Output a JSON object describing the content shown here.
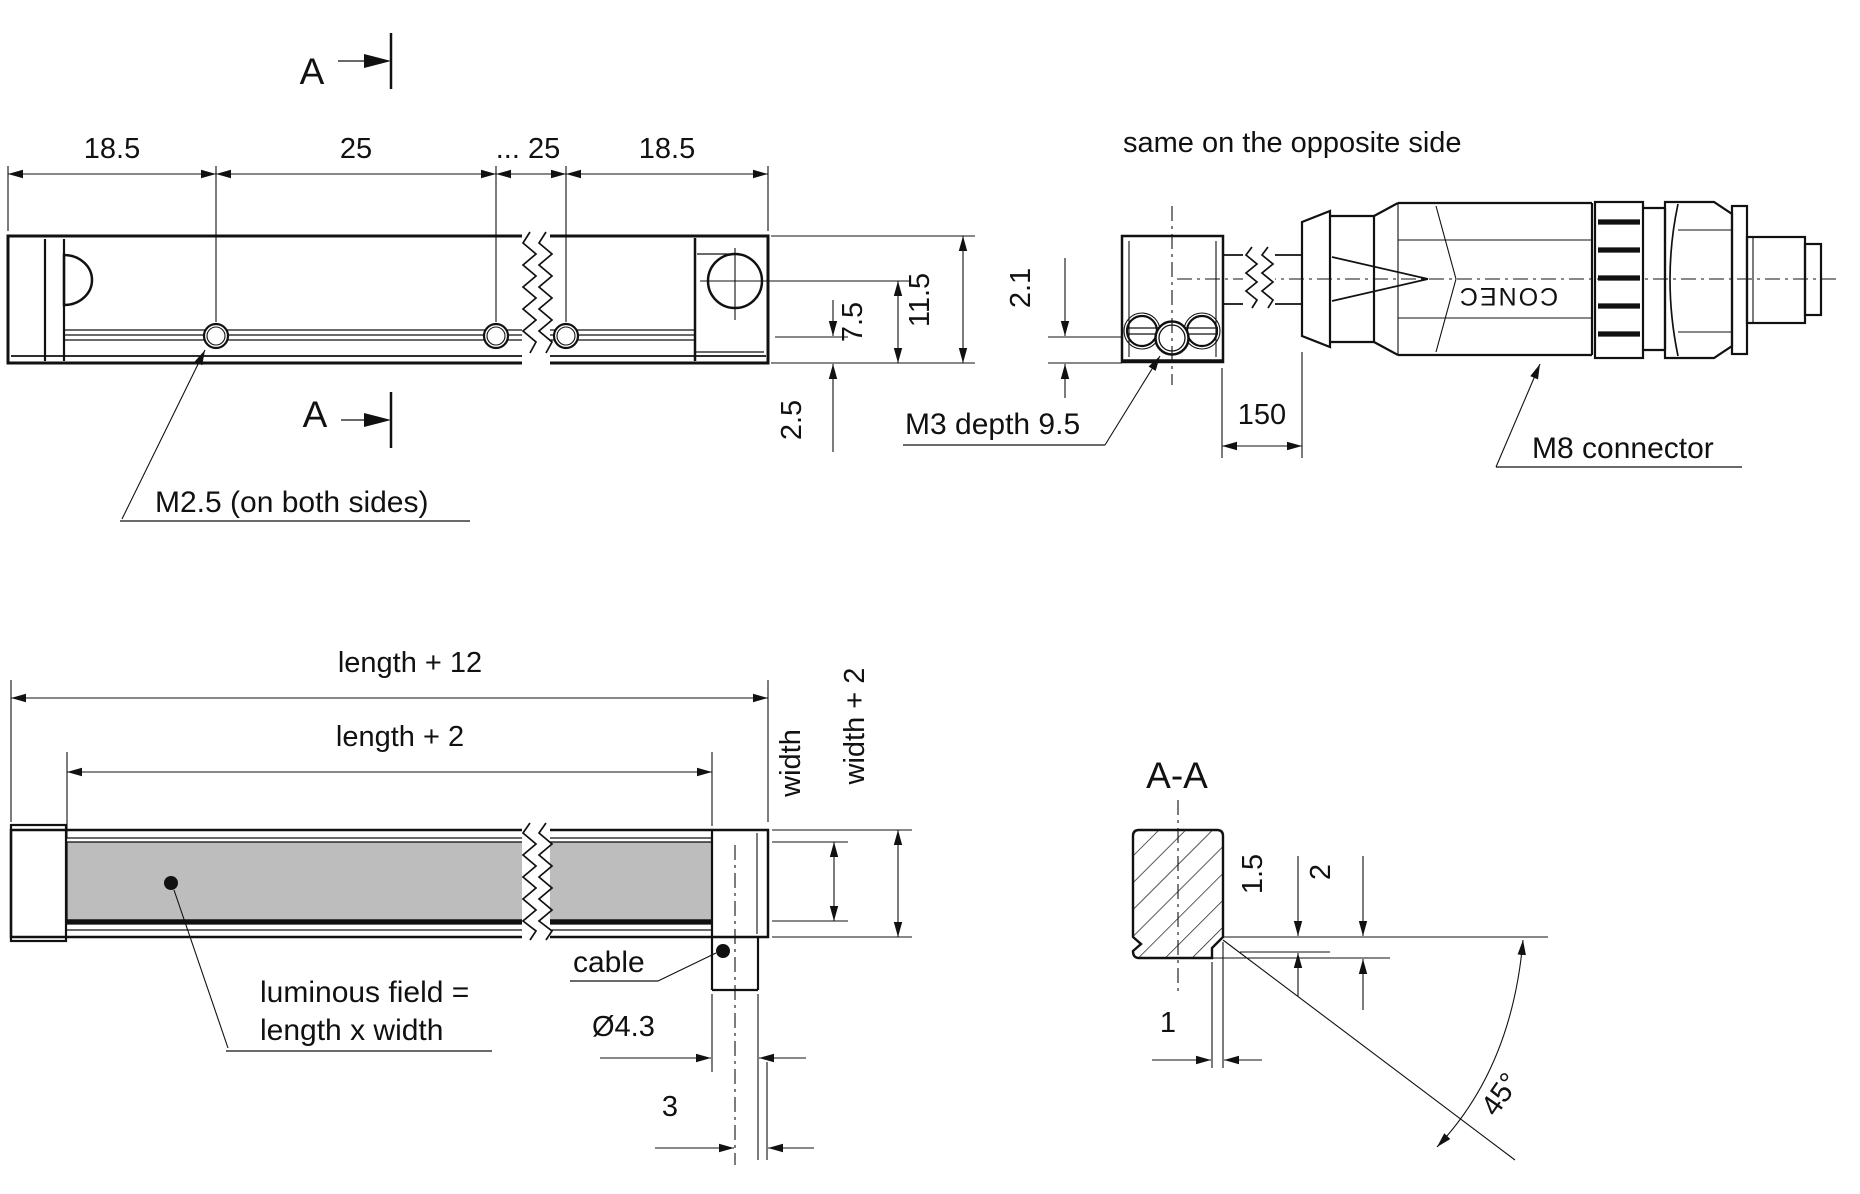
{
  "meta": {
    "colors": {
      "ink": "#111111",
      "luminous_field_gray": "#bdbdbd",
      "background": "#ffffff"
    }
  },
  "top_view": {
    "section_marker": "A",
    "dim_left": "18.5",
    "dim_mid": "25",
    "dim_break": "... 25",
    "dim_right": "18.5",
    "dim_height_total": "11.5",
    "dim_hole_height": "7.5",
    "dim_rail_height": "2.5",
    "hole_note": "M2.5 (on both sides)"
  },
  "end_view": {
    "note": "same on the opposite side",
    "dim_screw_offset": "2.1",
    "screw_note": "M3 depth 9.5",
    "dim_cable_length": "150",
    "connector_note": "M8 connector",
    "connector_brand": "CONEC"
  },
  "bottom_view": {
    "dim_overall": "length + 12",
    "dim_window": "length + 2",
    "dim_width": "width",
    "dim_width_overall": "width + 2",
    "field_note_line1": "luminous field =",
    "field_note_line2": "length x width",
    "cable_note": "cable",
    "dim_cable_diameter": "Ø4.3",
    "dim_cable_offset": "3"
  },
  "section_view": {
    "title": "A-A",
    "dim_window_depth": "1.5",
    "dim_step": "2",
    "dim_land": "1",
    "dim_chamfer_angle": "45°"
  }
}
